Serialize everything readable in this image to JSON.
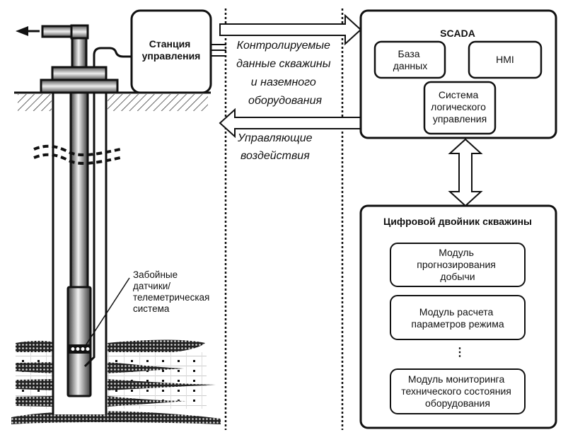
{
  "well": {
    "station_label": [
      "Станция",
      "управления"
    ],
    "sensor_label": [
      "Забойные",
      "датчики/",
      "телеметрическая",
      "система"
    ]
  },
  "flows": {
    "monitored_label": [
      "Контролируемые",
      "данные скважины",
      "и наземного",
      "оборудования"
    ],
    "control_label": [
      "Управляющие",
      "воздействия"
    ]
  },
  "scada": {
    "title": "SCADA",
    "database": [
      "База",
      "данных"
    ],
    "hmi": "HMI",
    "logic": [
      "Система",
      "логического",
      "управления"
    ]
  },
  "twin": {
    "title": "Цифровой двойник скважины",
    "modules": [
      [
        "Модуль",
        "прогнозирования",
        "добычи"
      ],
      [
        "Модуль расчета",
        "параметров режима"
      ],
      [
        "Модуль мониторинга",
        "технического состояния",
        "оборудования"
      ]
    ],
    "ellipsis": "⋮"
  },
  "colors": {
    "stroke": "#111111",
    "fill": "#ffffff"
  }
}
